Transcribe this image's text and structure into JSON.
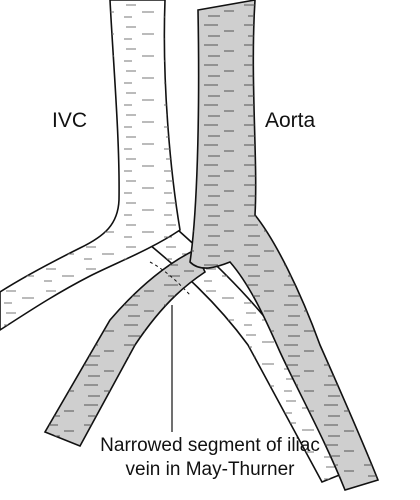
{
  "labels": {
    "ivc": "IVC",
    "aorta": "Aorta",
    "caption_line1": "Narrowed segment of iliac",
    "caption_line2": "vein in May-Thurner"
  },
  "colors": {
    "aorta_fill": "#cfcfcf",
    "vein_fill": "#ffffff",
    "outline": "#111111",
    "texture": "#555555"
  }
}
